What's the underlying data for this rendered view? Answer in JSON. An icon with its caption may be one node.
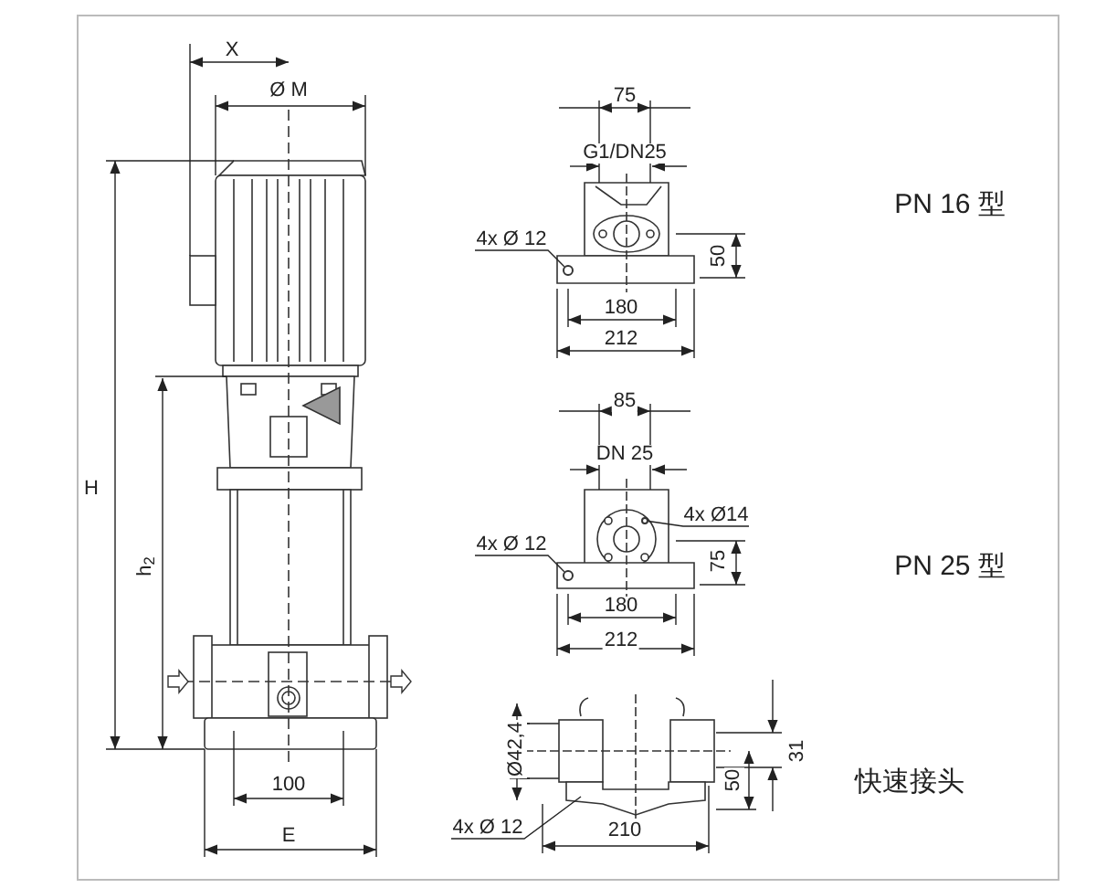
{
  "diagram": {
    "nodes": [
      {
        "text": [
          "4x Ø 12"
        ]
      },
      {
        "text": [
          "4x Ø 12"
        ]
      },
      {
        "text": [
          "4x Ø14"
        ]
      },
      {
        "text": [
          "4x Ø 12"
        ]
      },
      {
        "text": [],
        "shape": "circle"
      },
      {
        "text": [],
        "shape": "circle"
      },
      {
        "text": [],
        "shape": "circle"
      }
    ],
    "edges": [
      {
        "from": 0,
        "to": 4,
        "arrow": "none"
      },
      {
        "from": 1,
        "to": 5,
        "arrow": "none"
      },
      {
        "from": 2,
        "to": 6,
        "arrow": "none"
      },
      {
        "from": 3,
        "to": null,
        "arrow": "none"
      }
    ],
    "labels": [
      "X",
      "Ø M",
      "H",
      "h$_{2}$",
      "100",
      "E",
      "75",
      "G1/DN25",
      "PN 16 型",
      "50",
      "180",
      "212",
      "85",
      "DN 25",
      "PN 25 型",
      "75",
      "180",
      "212",
      "Ø42,4",
      "31",
      "50",
      "快速接头",
      "210"
    ]
  }
}
